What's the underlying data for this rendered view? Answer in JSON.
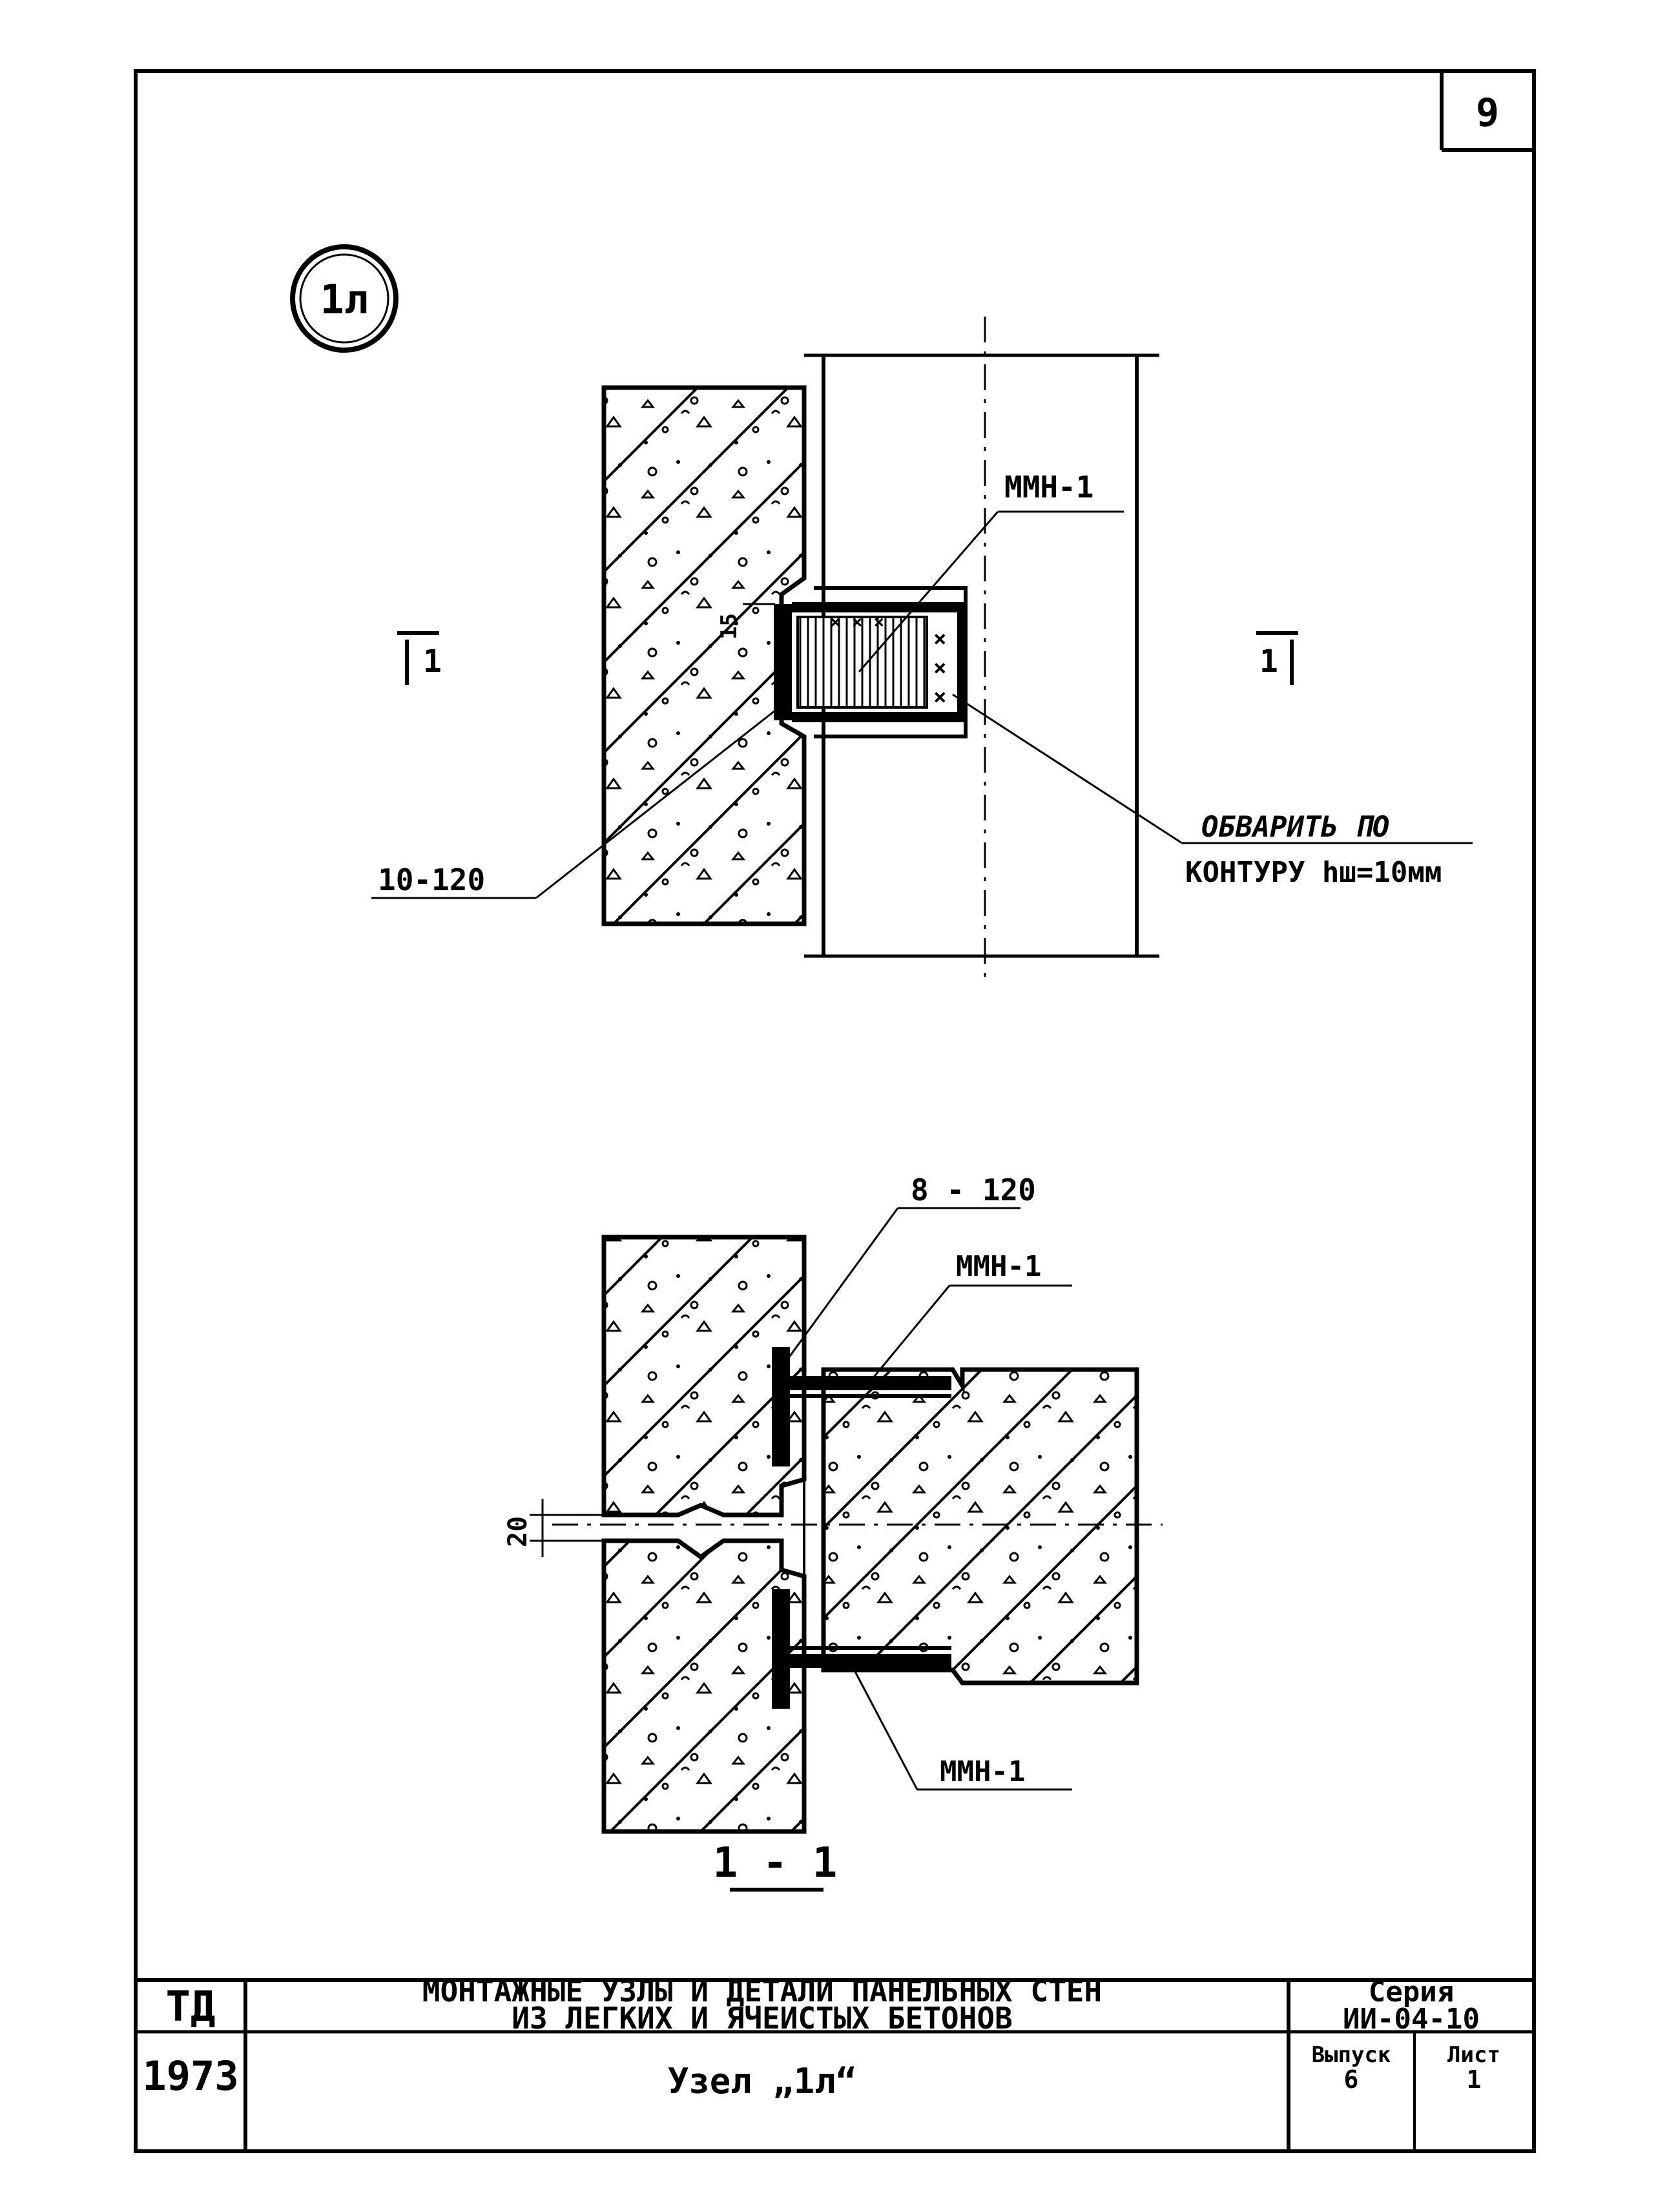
{
  "sheet": {
    "page_number": "9",
    "node_mark": "1л",
    "colors": {
      "ink": "#000000",
      "paper": "#ffffff"
    }
  },
  "plan_view": {
    "section_mark_left": "1",
    "section_mark_right": "1",
    "label_top": "ММН-1",
    "label_plate": "10-120",
    "label_weld_line1": "ОБВАРИТЬ  ПО",
    "label_weld_line2": "КОНТУРУ  hш=10мм",
    "dim_15": "15"
  },
  "section_view": {
    "label_plate": "8 - 120",
    "label_mmn_top": "ММН-1",
    "label_mmn_bottom": "ММН-1",
    "dim_20": "20",
    "caption": "1 - 1"
  },
  "title_block": {
    "org": "ТД",
    "year": "1973",
    "title_line1": "МОНТАЖНЫЕ  УЗЛЫ  И  ДЕТАЛИ  ПАНЕЛЬНЫХ  СТЕН",
    "title_line2": "ИЗ  ЛЕГКИХ  И  ЯЧЕИСТЫХ  БЕТОНОВ",
    "series_label": "Серия",
    "series_value": "ИИ-04-10",
    "node_title": "Узел „1л“",
    "issue_label": "Выпуск",
    "issue_value": "6",
    "sheet_label": "Лист",
    "sheet_value": "1"
  }
}
